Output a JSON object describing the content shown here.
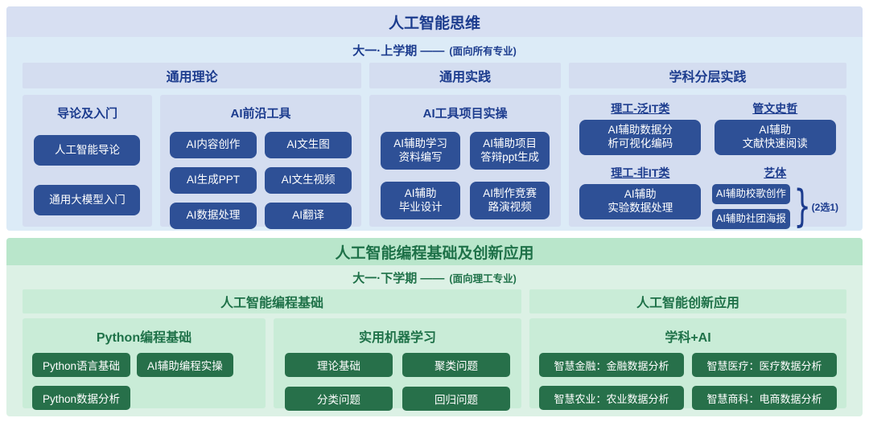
{
  "colors": {
    "blue_container": "#dcebf7",
    "blue_band": "#d7dff2",
    "blue_panel": "#d4ddf0",
    "blue_button": "#2e5096",
    "blue_text": "#1c3c8e",
    "green_container": "#dcf1e5",
    "green_band": "#b9e6cb",
    "green_panel": "#c9ecd7",
    "green_button": "#27704a",
    "green_text": "#1e7148"
  },
  "s1": {
    "title": "人工智能思维",
    "subtitle": "大一·上学期 ——",
    "subtitle_note": "(面向所有专业)",
    "col_headers": [
      "通用理论",
      "通用实践",
      "学科分层实践"
    ],
    "intro": {
      "header": "导论及入门",
      "buttons": [
        "人工智能导论",
        "通用大模型入门"
      ]
    },
    "tools": {
      "header": "AI前沿工具",
      "buttons": [
        "AI内容创作",
        "AI文生图",
        "AI生成PPT",
        "AI文生视频",
        "AI数据处理",
        "AI翻译"
      ]
    },
    "practice": {
      "header": "AI工具项目实操",
      "buttons": [
        "AI辅助学习\n资料编写",
        "AI辅助项目\n答辩ppt生成",
        "AI辅助\n毕业设计",
        "AI制作竞赛\n路演视频"
      ]
    },
    "layered": {
      "groups": [
        {
          "label": "理工-泛IT类",
          "button": "AI辅助数据分\n析可视化编码"
        },
        {
          "label": "管文史哲",
          "button": "AI辅助\n文献快速阅读"
        },
        {
          "label": "理工-非IT类",
          "button": "AI辅助\n实验数据处理"
        },
        {
          "label": "艺体",
          "buttons": [
            "AI辅助校歌创作",
            "AI辅助社团海报"
          ],
          "note": "(2选1)"
        }
      ]
    }
  },
  "s2": {
    "title": "人工智能编程基础及创新应用",
    "subtitle": "大一·下学期 ——",
    "subtitle_note": "(面向理工专业)",
    "col_headers": [
      "人工智能编程基础",
      "人工智能创新应用"
    ],
    "python": {
      "header": "Python编程基础",
      "buttons": [
        "Python语言基础",
        "AI辅助编程实操",
        "Python数据分析"
      ]
    },
    "ml": {
      "header": "实用机器学习",
      "buttons": [
        "理论基础",
        "聚类问题",
        "分类问题",
        "回归问题"
      ]
    },
    "subject_ai": {
      "header": "学科+AI",
      "buttons": [
        "智慧金融：金融数据分析",
        "智慧医疗：医疗数据分析",
        "智慧农业：农业数据分析",
        "智慧商科：电商数据分析"
      ]
    }
  },
  "icons": {
    "brace": "}"
  }
}
